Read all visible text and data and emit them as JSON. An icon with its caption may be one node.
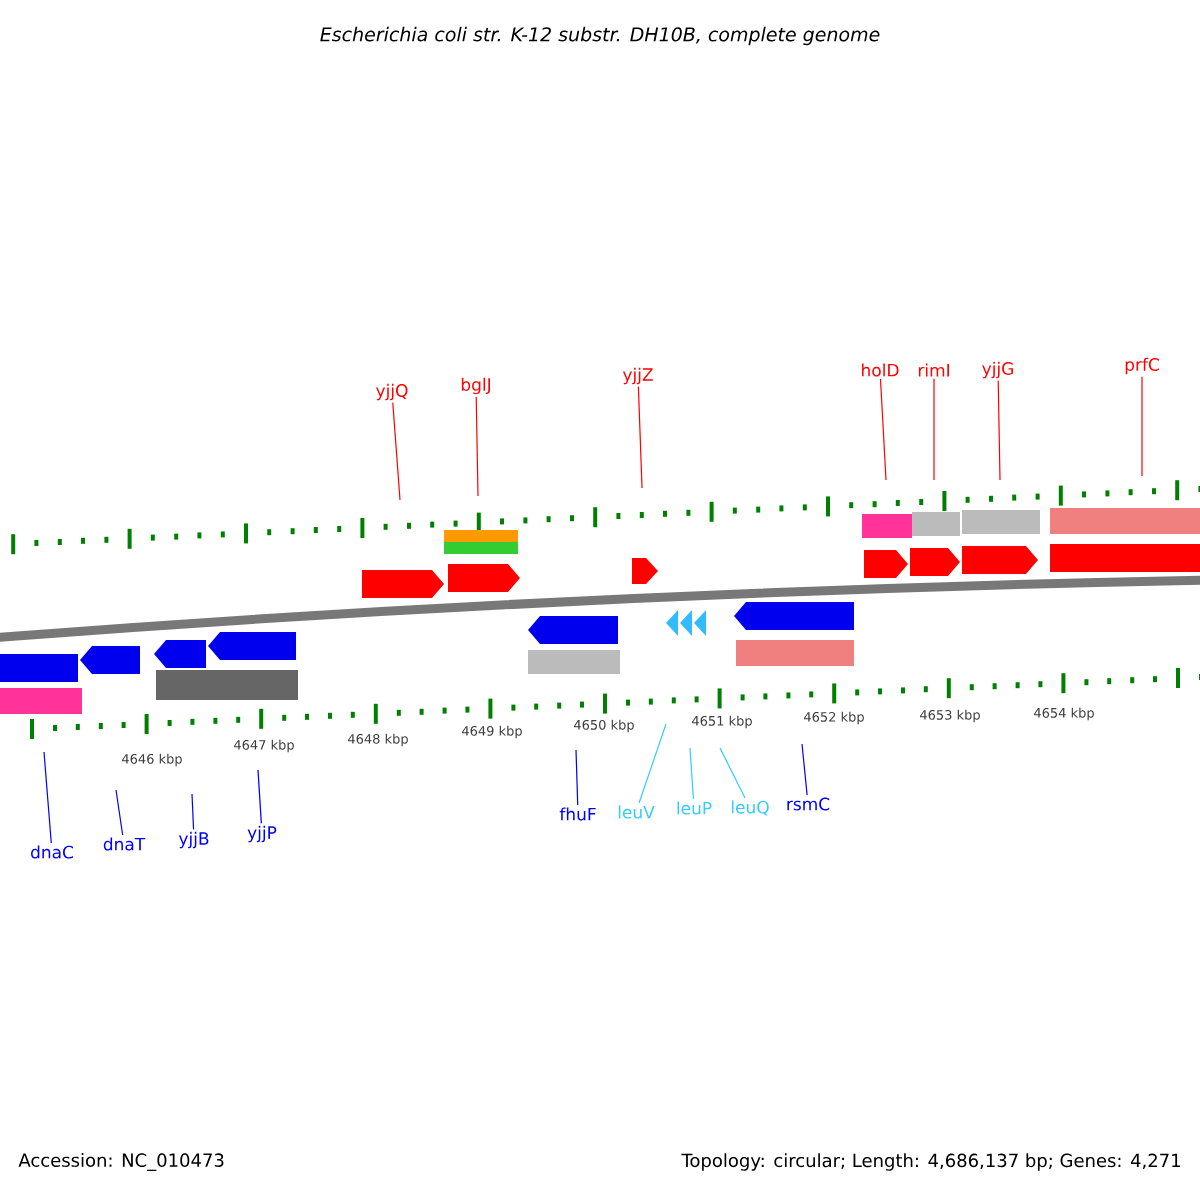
{
  "diagram": {
    "title": "Escherichia coli str. K-12 substr. DH10B, complete genome",
    "nodes": [
      {
        "text": [
          "yjjQ"
        ]
      },
      {
        "text": [
          "bglJ"
        ]
      },
      {
        "text": [
          "yjjZ"
        ]
      },
      {
        "text": [
          "holD"
        ]
      },
      {
        "text": [
          "rimI"
        ]
      },
      {
        "text": [
          "yjjG"
        ]
      },
      {
        "text": [
          "prfC"
        ]
      },
      {
        "text": [
          "dnaC"
        ]
      },
      {
        "text": [
          "dnaT"
        ]
      },
      {
        "text": [
          "yjjB"
        ]
      },
      {
        "text": [
          "yjjP"
        ]
      },
      {
        "text": [
          "fhuF"
        ]
      },
      {
        "text": [
          "leuV"
        ]
      },
      {
        "text": [
          "leuP"
        ]
      },
      {
        "text": [
          "leuQ"
        ]
      },
      {
        "text": [
          "rsmC"
        ]
      }
    ],
    "edges": [
      {
        "from": 0,
        "to": null,
        "arrow": "none",
        "color": "#ff0000"
      },
      {
        "from": 1,
        "to": null,
        "arrow": "none",
        "color": "#ff0000"
      },
      {
        "from": 2,
        "to": null,
        "arrow": "none",
        "color": "#ff0000"
      },
      {
        "from": 3,
        "to": null,
        "arrow": "none",
        "color": "#ff0000"
      },
      {
        "from": 4,
        "to": null,
        "arrow": "none",
        "color": "#ff0000"
      },
      {
        "from": 5,
        "to": null,
        "arrow": "none",
        "color": "#ff0000"
      },
      {
        "from": 6,
        "to": null,
        "arrow": "none",
        "color": "#ff0000"
      },
      {
        "from": 7,
        "to": null,
        "arrow": "none",
        "color": "#0000ff"
      },
      {
        "from": 8,
        "to": null,
        "arrow": "none",
        "color": "#0000ff"
      },
      {
        "from": 9,
        "to": null,
        "arrow": "none",
        "color": "#0000ff"
      },
      {
        "from": 10,
        "to": null,
        "arrow": "none",
        "color": "#0000ff"
      },
      {
        "from": 11,
        "to": null,
        "arrow": "none",
        "color": "#0000ff"
      },
      {
        "from": 12,
        "to": null,
        "arrow": "none",
        "color": "#33ccff"
      },
      {
        "from": 13,
        "to": null,
        "arrow": "none",
        "color": "#33ccff"
      },
      {
        "from": 14,
        "to": null,
        "arrow": "none",
        "color": "#33ccff"
      },
      {
        "from": 15,
        "to": null,
        "arrow": "none",
        "color": "#0000ff"
      }
    ],
    "labels": [
      "4646 kbp",
      "4647 kbp",
      "4648 kbp",
      "4649 kbp",
      "4650 kbp",
      "4651 kbp",
      "4652 kbp",
      "4653 kbp",
      "4654 kbp",
      "Accession: NC_010473",
      "Topology: circular; Length: 4,686,137 bp; Genes: 4,271"
    ]
  }
}
